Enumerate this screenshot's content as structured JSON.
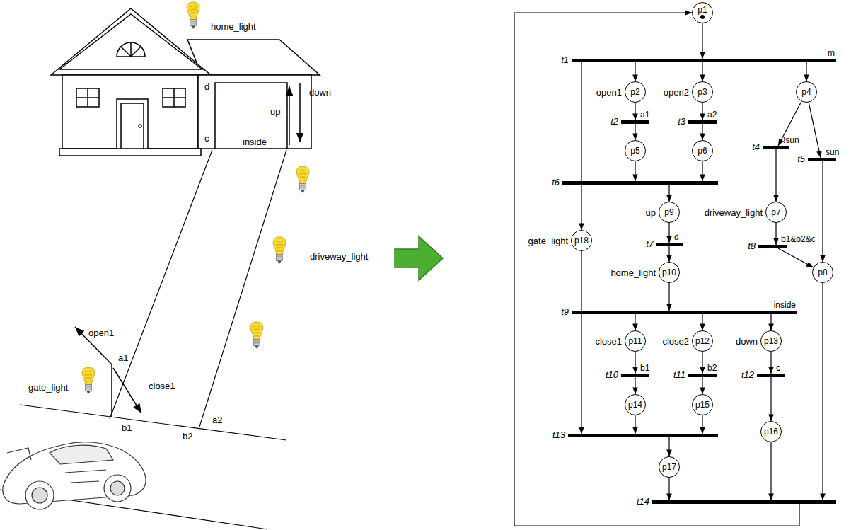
{
  "diagram": {
    "nodes": [
      {
        "text": [
          "p1"
        ]
      },
      {
        "text": [
          "t1",
          "m"
        ]
      },
      {
        "text": [
          "p2",
          "open1"
        ]
      },
      {
        "text": [
          "p3",
          "open2"
        ]
      },
      {
        "text": [
          "p4"
        ]
      },
      {
        "text": [
          "t2",
          "a1"
        ]
      },
      {
        "text": [
          "t3",
          "a2"
        ]
      },
      {
        "text": [
          "t4",
          "!sun"
        ]
      },
      {
        "text": [
          "t5",
          "sun"
        ]
      },
      {
        "text": [
          "p5"
        ]
      },
      {
        "text": [
          "p6"
        ]
      },
      {
        "text": [
          "t6"
        ]
      },
      {
        "text": [
          "p9",
          "up"
        ]
      },
      {
        "text": [
          "p7",
          "driveway_light"
        ]
      },
      {
        "text": [
          "t7",
          "d"
        ]
      },
      {
        "text": [
          "p18",
          "gate_light"
        ]
      },
      {
        "text": [
          "t8",
          "b1&b2&c"
        ]
      },
      {
        "text": [
          "p10",
          "home_light"
        ]
      },
      {
        "text": [
          "p8"
        ]
      },
      {
        "text": [
          "t9",
          "inside"
        ]
      },
      {
        "text": [
          "p11",
          "close1"
        ]
      },
      {
        "text": [
          "p12",
          "close2"
        ]
      },
      {
        "text": [
          "p13",
          "down"
        ]
      },
      {
        "text": [
          "t10",
          "b1"
        ]
      },
      {
        "text": [
          "t11",
          "b2"
        ]
      },
      {
        "text": [
          "t12",
          "c"
        ]
      },
      {
        "text": [
          "p14"
        ]
      },
      {
        "text": [
          "p15"
        ]
      },
      {
        "text": [
          "t13"
        ]
      },
      {
        "text": [
          "p16"
        ]
      },
      {
        "text": [
          "p17"
        ]
      },
      {
        "text": [
          "t14"
        ]
      }
    ],
    "edges": [
      {
        "from": 0,
        "to": 1,
        "arrow": "to"
      },
      {
        "from": 1,
        "to": 2,
        "arrow": "to"
      },
      {
        "from": 1,
        "to": 3,
        "arrow": "to"
      },
      {
        "from": 1,
        "to": 4,
        "arrow": "to"
      },
      {
        "from": 1,
        "to": 15,
        "arrow": "to"
      },
      {
        "from": 2,
        "to": 5,
        "arrow": "to"
      },
      {
        "from": 5,
        "to": 9,
        "arrow": "to"
      },
      {
        "from": 3,
        "to": 6,
        "arrow": "to"
      },
      {
        "from": 6,
        "to": 10,
        "arrow": "to"
      },
      {
        "from": 9,
        "to": 11,
        "arrow": "to"
      },
      {
        "from": 10,
        "to": 11,
        "arrow": "to"
      },
      {
        "from": 11,
        "to": 12,
        "arrow": "to"
      },
      {
        "from": 12,
        "to": 14,
        "arrow": "to"
      },
      {
        "from": 14,
        "to": 17,
        "arrow": "to"
      },
      {
        "from": 17,
        "to": 19,
        "arrow": "to"
      },
      {
        "from": 19,
        "to": 20,
        "arrow": "to"
      },
      {
        "from": 19,
        "to": 21,
        "arrow": "to"
      },
      {
        "from": 19,
        "to": 22,
        "arrow": "to"
      },
      {
        "from": 20,
        "to": 23,
        "arrow": "to"
      },
      {
        "from": 23,
        "to": 26,
        "arrow": "to"
      },
      {
        "from": 21,
        "to": 24,
        "arrow": "to"
      },
      {
        "from": 24,
        "to": 27,
        "arrow": "to"
      },
      {
        "from": 22,
        "to": 25,
        "arrow": "to"
      },
      {
        "from": 25,
        "to": 29,
        "arrow": "to"
      },
      {
        "from": 15,
        "to": 28,
        "arrow": "to"
      },
      {
        "from": 26,
        "to": 28,
        "arrow": "to"
      },
      {
        "from": 27,
        "to": 28,
        "arrow": "to"
      },
      {
        "from": 28,
        "to": 30,
        "arrow": "to"
      },
      {
        "from": 30,
        "to": 31,
        "arrow": "to"
      },
      {
        "from": 29,
        "to": 31,
        "arrow": "to"
      },
      {
        "from": 4,
        "to": 7,
        "arrow": "to"
      },
      {
        "from": 4,
        "to": 8,
        "arrow": "to"
      },
      {
        "from": 7,
        "to": 13,
        "arrow": "to"
      },
      {
        "from": 13,
        "to": 16,
        "arrow": "to"
      },
      {
        "from": 16,
        "to": 18,
        "arrow": "to"
      },
      {
        "from": 8,
        "to": 18,
        "arrow": "to"
      },
      {
        "from": 18,
        "to": 31,
        "arrow": "to"
      },
      {
        "from": 31,
        "to": 0,
        "arrow": "to"
      }
    ],
    "labels": [
      "home_light",
      "d",
      "c",
      "up",
      "down",
      "inside",
      "driveway_light",
      "open1",
      "a1",
      "close1",
      "gate_light",
      "b1",
      "b2",
      "a2"
    ]
  }
}
